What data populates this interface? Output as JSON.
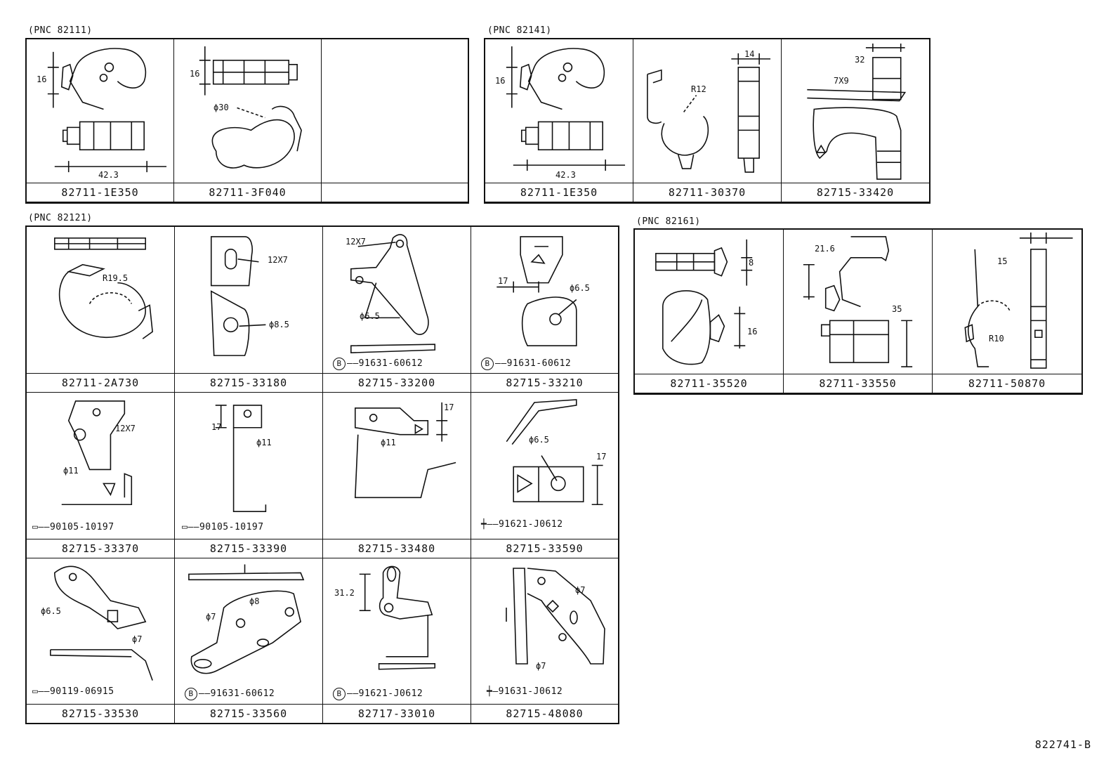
{
  "drawing_id": "822741-B",
  "groups": [
    {
      "label": "(PNC 82111)",
      "cells": [
        {
          "part": "82711-1E350",
          "dims": [
            "16",
            "42.3"
          ],
          "bolt": ""
        },
        {
          "part": "82711-3F040",
          "dims": [
            "16",
            "ϕ30"
          ],
          "bolt": ""
        },
        {
          "part": "",
          "dims": [],
          "bolt": ""
        }
      ]
    },
    {
      "label": "(PNC 82141)",
      "cells": [
        {
          "part": "82711-1E350",
          "dims": [
            "16",
            "42.3"
          ],
          "bolt": ""
        },
        {
          "part": "82711-30370",
          "dims": [
            "R12",
            "14"
          ],
          "bolt": ""
        },
        {
          "part": "82715-33420",
          "dims": [
            "32",
            "7X9"
          ],
          "bolt": ""
        }
      ]
    },
    {
      "label": "(PNC 82121)",
      "cells": [
        {
          "part": "82711-2A730",
          "dims": [
            "R19.5"
          ],
          "bolt": ""
        },
        {
          "part": "82715-33180",
          "dims": [
            "12X7",
            "ϕ8.5"
          ],
          "bolt": ""
        },
        {
          "part": "82715-33200",
          "dims": [
            "12X7",
            "ϕ6.5"
          ],
          "bolt": "91631-60612",
          "bmark": "B"
        },
        {
          "part": "82715-33210",
          "dims": [
            "17",
            "ϕ6.5"
          ],
          "bolt": "91631-60612",
          "bmark": "B"
        },
        {
          "part": "82715-33370",
          "dims": [
            "12X7",
            "ϕ11"
          ],
          "bolt": "90105-10197"
        },
        {
          "part": "82715-33390",
          "dims": [
            "17",
            "ϕ11"
          ],
          "bolt": "90105-10197"
        },
        {
          "part": "82715-33480",
          "dims": [
            "17",
            "ϕ11"
          ],
          "bolt": ""
        },
        {
          "part": "82715-33590",
          "dims": [
            "ϕ6.5",
            "17"
          ],
          "bolt": "91621-J0612"
        },
        {
          "part": "82715-33530",
          "dims": [
            "ϕ6.5",
            "ϕ7"
          ],
          "bolt": "90119-06915"
        },
        {
          "part": "82715-33560",
          "dims": [
            "ϕ7",
            "ϕ8"
          ],
          "bolt": "91631-60612",
          "bmark": "B"
        },
        {
          "part": "82717-33010",
          "dims": [
            "31.2"
          ],
          "bolt": "91621-J0612",
          "bmark": "B"
        },
        {
          "part": "82715-48080",
          "dims": [
            "ϕ7",
            "ϕ7"
          ],
          "bolt": "91631-J0612"
        }
      ]
    },
    {
      "label": "(PNC 82161)",
      "cells": [
        {
          "part": "82711-35520",
          "dims": [
            "8",
            "16"
          ],
          "bolt": ""
        },
        {
          "part": "82711-33550",
          "dims": [
            "21.6",
            "35"
          ],
          "bolt": ""
        },
        {
          "part": "82711-50870",
          "dims": [
            "15",
            "R10"
          ],
          "bolt": ""
        }
      ]
    }
  ]
}
